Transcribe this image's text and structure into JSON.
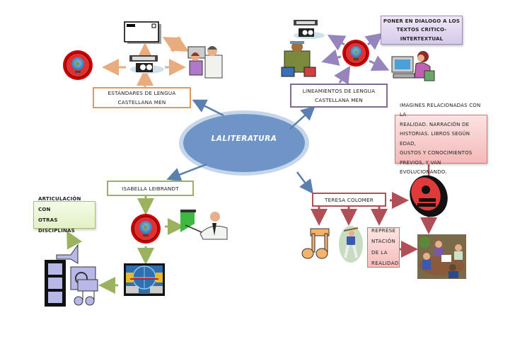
{
  "central": {
    "label": "LALITERATURA",
    "color": "#6f95c7"
  },
  "nodes": {
    "estandares": {
      "lines": [
        "ESTÁNDARES DE LENGUA",
        "CASTELLANA MEN"
      ],
      "border": "#e09a5c"
    },
    "lineamientos": {
      "lines": [
        "LINEAMIENTOS DE LENGUA",
        "CASTELLANA MEN"
      ],
      "border": "#7d6b92"
    },
    "poner": {
      "lines": [
        "PONER EN DIALOGO A LOS",
        "TEXTOS CRITICO-",
        "INTERTEXTUAL"
      ]
    },
    "imagines": {
      "lines": [
        "IMAGINES RELACIONADAS CON LA",
        "REALIDAD. NARRACIÓN DE",
        "HISTORIAS. LIBROS SEGÚN EDAD,",
        "GUSTOS Y CONOCIMIENTOS",
        "PREVIOS, Y VAN EVOLUCIONANDO."
      ]
    },
    "teresa": {
      "lines": [
        "TERESA COLOMER"
      ],
      "border": "#b04f55"
    },
    "representacion": {
      "lines": [
        "REPRESE",
        "NTACIÓN",
        "DE LA",
        "REALIDAD"
      ]
    },
    "isabella": {
      "lines": [
        "ISABELLA LEIBRANDT"
      ],
      "border": "#9bb35e"
    },
    "articulacion": {
      "lines": [
        "ARTICULACIÓN CON",
        "OTRAS DISCIPLINAS"
      ]
    }
  },
  "colors": {
    "connector_blue": "#5b7fae",
    "arrow_orange": "#e9ac7e",
    "arrow_purple": "#9685bd",
    "arrow_green": "#9bb35e",
    "arrow_red": "#b04f55"
  },
  "icons": {
    "top_left": [
      "document-icon",
      "book-reader-icon",
      "globe-icon",
      "teacher-student-icon"
    ],
    "top_right": [
      "book-reader-icon",
      "globe-icon",
      "traveler-icon",
      "computer-user-icon"
    ],
    "bottom_left": [
      "globe-icon",
      "teacher-pointer-icon",
      "network-computers-icon",
      "multimedia-icon"
    ],
    "bottom_right": [
      "music-note-icon",
      "baseball-player-icon",
      "reading-books-icon",
      "meeting-people-icon"
    ]
  }
}
